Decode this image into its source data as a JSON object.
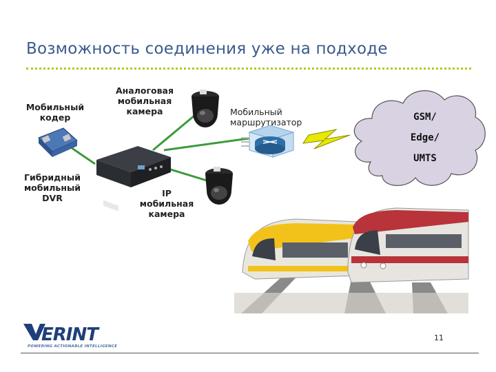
{
  "slide": {
    "title": "Возможность соединения уже на подходе",
    "page_number": "11"
  },
  "labels": {
    "mobile_encoder": "Мобильный\nкодер",
    "analog_camera": "Аналоговая\nмобильная\nкамера",
    "mobile_router": "Мобильный\nмаршрутизатор",
    "hybrid_dvr": "Гибридный\nмобильный\nDVR",
    "ip_camera": "IP\nмобильная\nкамера"
  },
  "cloud": {
    "lines": [
      "GSM/",
      "Edge/",
      "UMTS"
    ]
  },
  "logo": {
    "brand": "VERINT",
    "tagline": "POWERING ACTIONABLE INTELLIGENCE"
  },
  "colors": {
    "title": "#3a5a8c",
    "title_rule": "#b7c71a",
    "link_line": "#3c9a3c",
    "wireless_bolt": "#e8e800",
    "router_blue": "#2f6fa8",
    "cloud_fill": "#d9d2e3",
    "logo_blue": "#1f3f7a"
  }
}
